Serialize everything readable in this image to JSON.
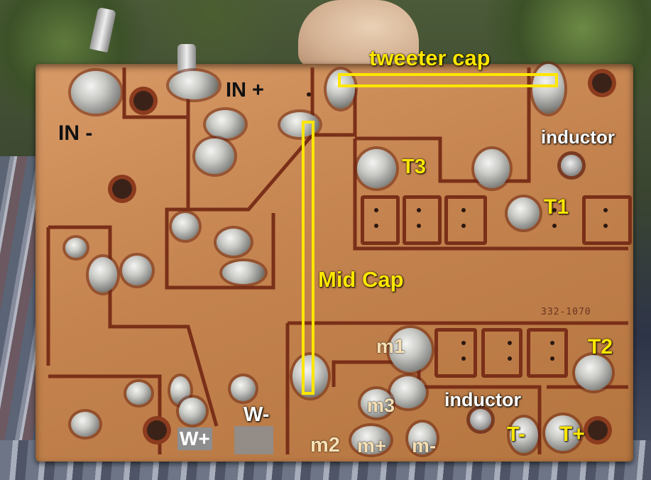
{
  "labels": {
    "in_minus": "IN -",
    "in_plus": "IN +",
    "tweeter_cap": "tweeter cap",
    "mid_cap": "Mid Cap",
    "inductor_top": "inductor",
    "inductor_bottom": "inductor",
    "t3": "T3",
    "t1": "T1",
    "t2": "T2",
    "t_minus": "T-",
    "t_plus": "T+",
    "m1": "m1",
    "m2": "m2",
    "m3": "m3",
    "m_plus": "m+",
    "m_minus": "m-",
    "w_plus": "W+",
    "w_minus": "W-",
    "board_code": "332-1070"
  },
  "colors": {
    "annotation_yellow": "#ffe600",
    "copper": "#c98a5a",
    "trace_outline": "#7a2f18"
  }
}
